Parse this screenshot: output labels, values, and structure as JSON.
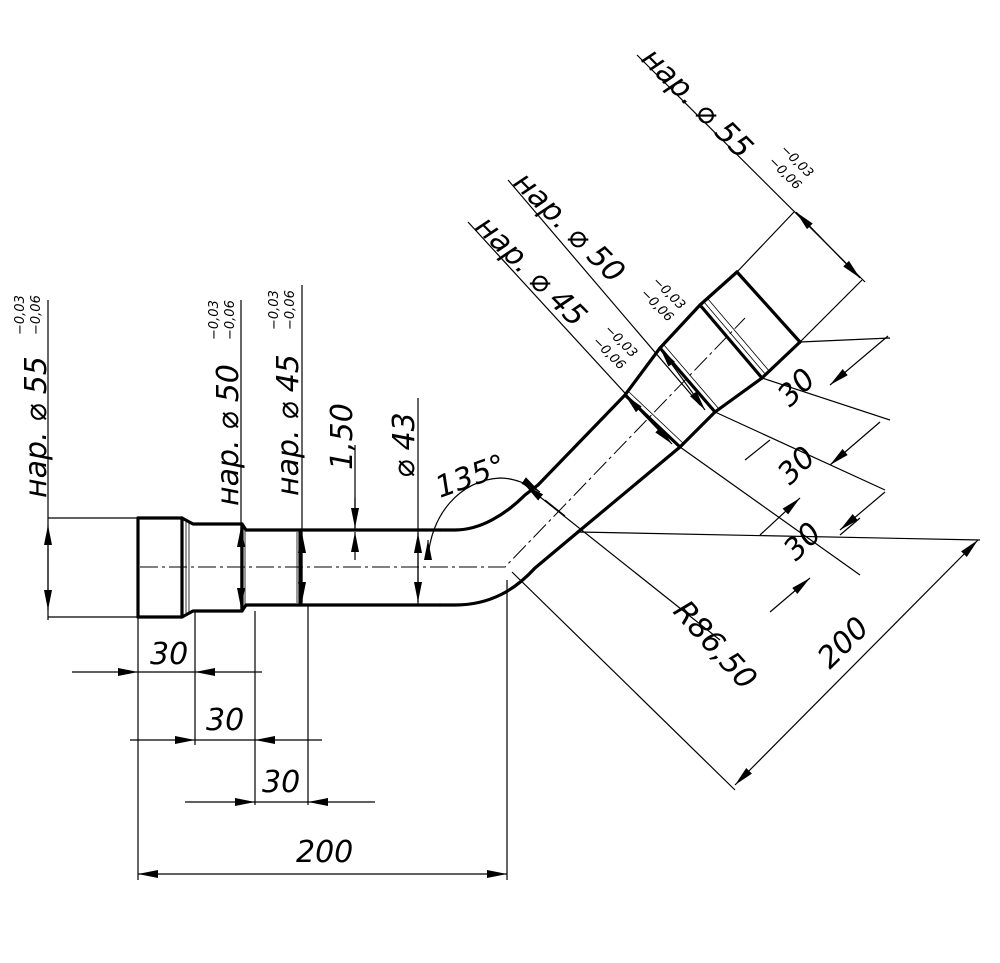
{
  "colors": {
    "line": "#000000",
    "background": "#ffffff"
  },
  "dimensions": {
    "left_d55": "нар. ⌀ 55",
    "left_d50": "нар. ⌀ 50",
    "left_d45": "нар. ⌀ 45",
    "wall": "1,50",
    "inner": "⌀ 43",
    "angle": "135°",
    "diag_d55": "нар. ⌀ 55",
    "diag_d50": "нар. ⌀ 50",
    "diag_d45": "нар. ⌀ 45",
    "radius": "R86,50",
    "horiz_seg1": "30",
    "horiz_seg2": "30",
    "horiz_seg3": "30",
    "horiz_total": "200",
    "diag_seg1": "30",
    "diag_seg2": "30",
    "diag_seg3": "30",
    "diag_total": "200"
  },
  "tolerances": {
    "upper": "−0,03",
    "lower": "−0,06"
  }
}
